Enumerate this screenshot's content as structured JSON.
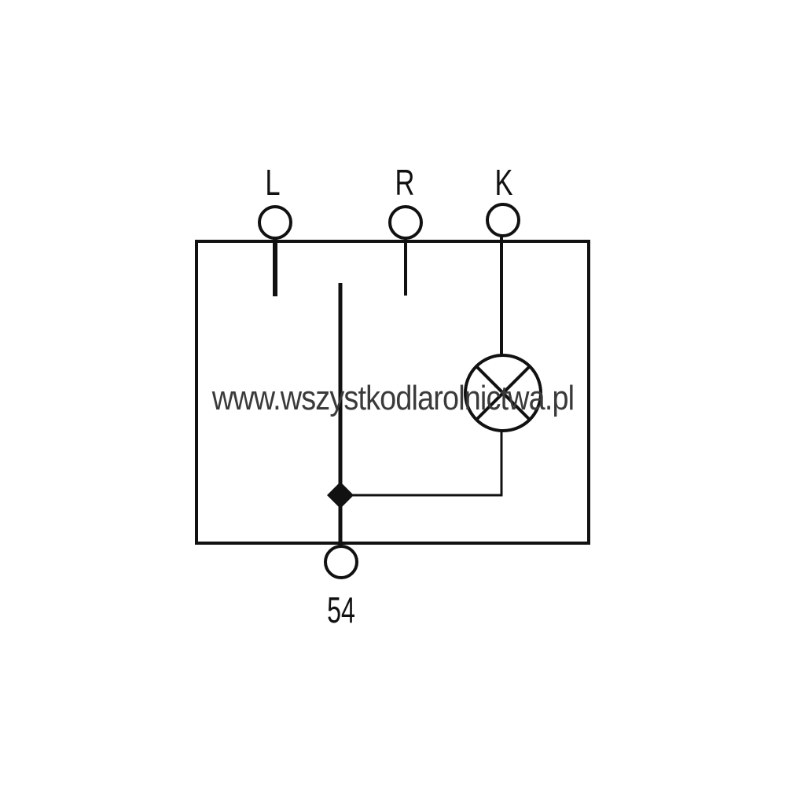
{
  "diagram": {
    "terminals": [
      {
        "id": "L",
        "label": "L"
      },
      {
        "id": "R",
        "label": "R"
      },
      {
        "id": "K",
        "label": "K"
      },
      {
        "id": "54",
        "label": "54"
      }
    ],
    "components": [
      "lamp",
      "junction"
    ],
    "line_color": "#111111"
  },
  "watermark": "www.wszystkodlarolnictwa.pl"
}
